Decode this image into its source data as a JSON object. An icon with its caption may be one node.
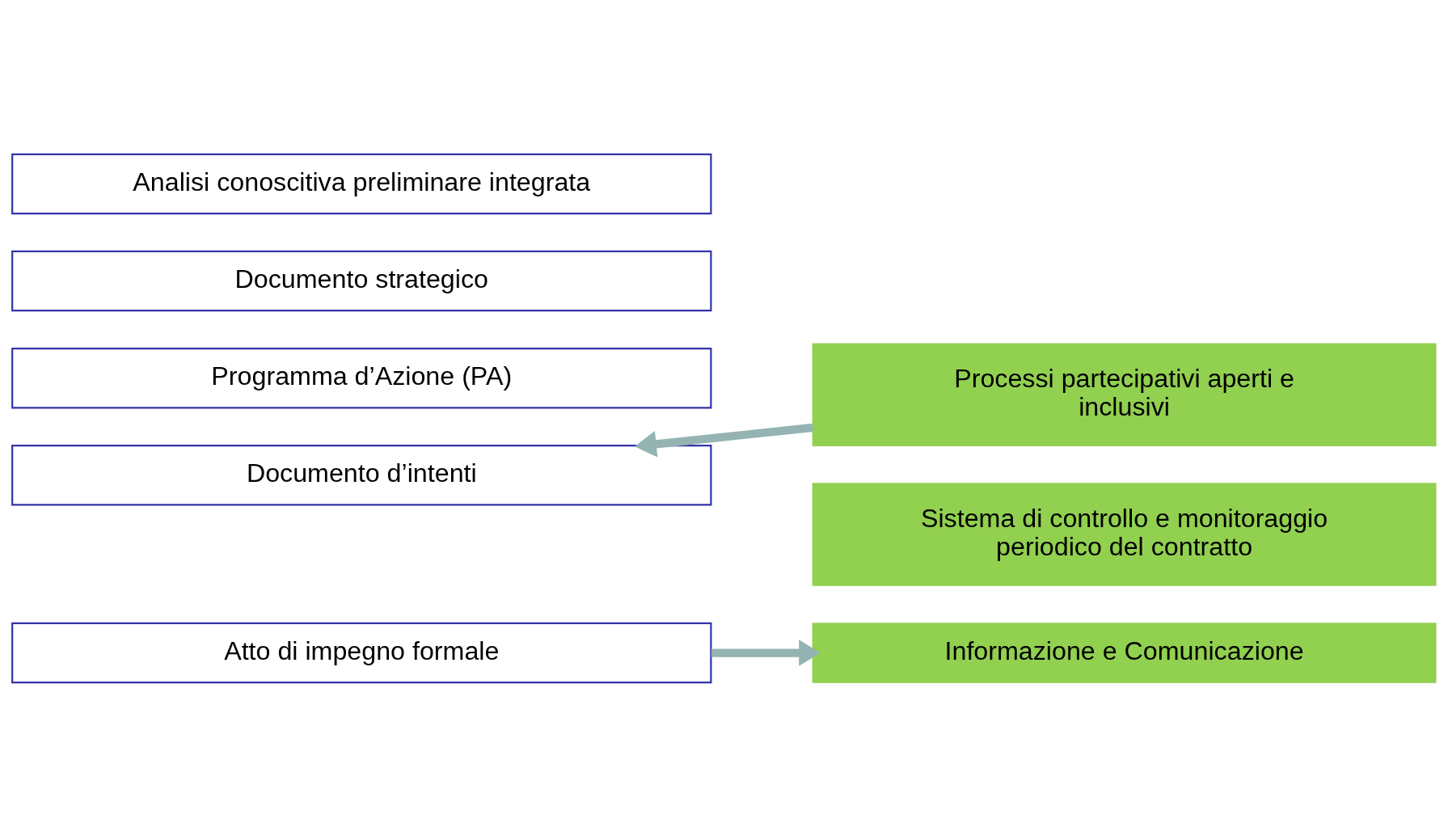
{
  "diagram": {
    "nodes": [
      {
        "text": [
          "Documento d’intenti"
        ]
      },
      {
        "text": [
          "Analisi conoscitiva preliminare integrata"
        ]
      },
      {
        "text": [
          "Documento strategico"
        ]
      },
      {
        "text": [
          "Programma d’Azione (PA)"
        ]
      },
      {
        "text": [
          "Atto di impegno formale"
        ]
      },
      {
        "text": [
          "Processi partecipativi aperti e inclusivi"
        ]
      },
      {
        "text": [
          "Sistema di controllo e monitoraggio periodico del contratto"
        ]
      },
      {
        "text": [
          "Informazione e Comunicazione"
        ]
      }
    ],
    "edges": [
      {
        "from": 5,
        "to": 0,
        "arrow": "to"
      },
      {
        "from": 4,
        "to": 7,
        "arrow": "to"
      }
    ]
  }
}
